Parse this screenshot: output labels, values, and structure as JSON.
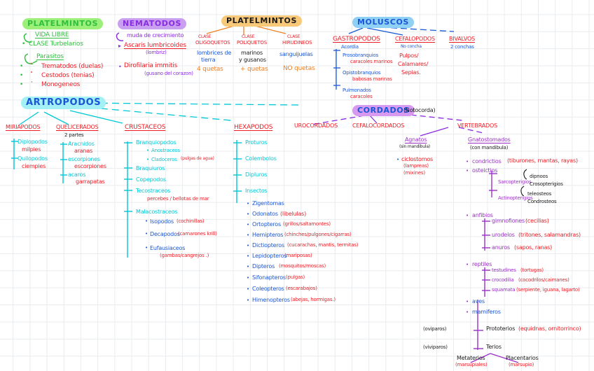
{
  "page": {
    "kind": "handwritten-concept-map",
    "subject": "Clasificacion de invertebrados y cordados",
    "paper": "cuadricula"
  },
  "colors": {
    "green": "#2fbf3f",
    "red": "#ec1c24",
    "purple": "#8a2be2",
    "blue": "#1a57d6",
    "cyan": "#00c8d7",
    "orange": "#f08021",
    "black": "#1b1b1b",
    "violet": "#9b30c8",
    "grid": "#e9ecef",
    "paper": "#ffffff"
  },
  "blocks": {
    "platelmintos": {
      "title": "PLATELMINTOS",
      "g1_label": "VIDA LIBRE",
      "g1_item": "CLASE  Turbelarios",
      "g2_label": "Parasitos",
      "g2_items": [
        "Trematodos (duelas)",
        "Cestodos (tenias)",
        "Monogeneos"
      ]
    },
    "nematodos": {
      "title": "NEMATODOS",
      "note": "muda de crecimiento",
      "items": [
        {
          "name": "Ascaris lumbricoides",
          "paren": "(lombriz)"
        },
        {
          "name": "Dirofilaria immitis",
          "paren": "(gusano del corazon)"
        }
      ]
    },
    "anelidos": {
      "title": "PLATELMINTOS",
      "columns": [
        {
          "clase": "CLASE",
          "name": "OLIGOQUETOS",
          "example": "lombrices de",
          "example2": "tierra",
          "setas": "4 quetas"
        },
        {
          "clase": "CLASE",
          "name": "POLIQUETOS",
          "example": "marinos",
          "example2": "y gusanos",
          "setas": "+ quetas"
        },
        {
          "clase": "CLASE",
          "name": "HIRUDINEOS",
          "example": "sanguijuelas",
          "example2": "",
          "setas": "NO quetas"
        }
      ]
    },
    "moluscos": {
      "title": "MOLUSCOS",
      "groups": [
        {
          "name": "GASTROPODOS",
          "sub": "Acordia",
          "items": [
            {
              "name": "Prosobranquios",
              "ex": "caracoles marinos"
            },
            {
              "name": "Opistobranquios",
              "ex": "babosas marinas"
            },
            {
              "name": "Pulmonados",
              "ex": "caracoles"
            }
          ]
        },
        {
          "name": "CEFALOPODOS",
          "sub": "No concha",
          "items": [
            {
              "name": "Pulpos/",
              "ex": ""
            },
            {
              "name": "Calamares/",
              "ex": ""
            },
            {
              "name": "Sepias.",
              "ex": ""
            }
          ]
        },
        {
          "name": "BIVALVOS",
          "sub": "2 conchas",
          "items": []
        }
      ]
    },
    "artropodos": {
      "title": "ARTROPODOS",
      "miriapodos": {
        "name": "MIRIAPODOS",
        "items": [
          {
            "name": "Diplopodos",
            "ex": "milpies"
          },
          {
            "name": "Quilopodos",
            "ex": "ciempies"
          }
        ]
      },
      "quelicerados": {
        "name": "QUELICERADOS",
        "sub": "2 partes",
        "items": [
          {
            "name": "Aracnidos",
            "ex": "aranas"
          },
          {
            "name": "escorpiones",
            "ex": "escorpiones"
          },
          {
            "name": "acaros",
            "ex": "garrapatas"
          }
        ]
      },
      "crustaceos": {
        "name": "CRUSTACEOS",
        "items": [
          {
            "name": "Branquiopodos",
            "ex": "",
            "subs": [
              {
                "name": "Anostraceos",
                "ex": ""
              },
              {
                "name": "Cladoceros",
                "ex": "(pulgas de agua)"
              }
            ]
          },
          {
            "name": "Braquiuros",
            "ex": "",
            "subs": []
          },
          {
            "name": "Copepodos",
            "ex": "",
            "subs": []
          },
          {
            "name": "Tecostraceos",
            "ex": "percebes / bellotas de mar",
            "subs": []
          },
          {
            "name": "Malacostraceos",
            "ex": "",
            "subs": [
              {
                "name": "Isopodos",
                "ex": "(cochinillas)"
              },
              {
                "name": "Decapodos",
                "ex": "(camarones krill)"
              },
              {
                "name": "Eufausiaceos",
                "ex": "(gambas/cangrejos .)"
              }
            ]
          }
        ]
      },
      "hexapodos": {
        "name": "HEXAPODOS",
        "items": [
          {
            "name": "Proturos"
          },
          {
            "name": "Colembolos"
          },
          {
            "name": "Dipluros"
          },
          {
            "name": "Insectos"
          }
        ],
        "insectos": [
          {
            "name": "Zigentomas",
            "ex": ""
          },
          {
            "name": "Odonatos",
            "ex": "(libelulas)"
          },
          {
            "name": "Ortopteros",
            "ex": "(grillos/saltamontes)"
          },
          {
            "name": "Hemipteros",
            "ex": "(chinches/pulgones/cigarras)"
          },
          {
            "name": "Dictiopteros",
            "ex": "(cucarachas, mantis, termitas)"
          },
          {
            "name": "Lepidopteros",
            "ex": "(mariposas)"
          },
          {
            "name": "Dipteros",
            "ex": "(mosquitos/moscas)"
          },
          {
            "name": "Sifonapteros",
            "ex": "(pulgas)"
          },
          {
            "name": "Coleopteros",
            "ex": "(escarabajos)"
          },
          {
            "name": "Himenopteros",
            "ex": "(abejas, hormigas.)"
          }
        ]
      }
    },
    "cordados": {
      "title": "CORDADOS",
      "note": "(Notocorda)",
      "branches": [
        "UROCORDADOS",
        "CEFALOCORDADOS",
        "VERTEBRADOS"
      ],
      "agnatos": {
        "name": "Agnatos",
        "sub": "(sin mandibula)",
        "items": [
          {
            "name": "ciclostomos",
            "ex1": "(lampreas)",
            "ex2": "(mixines)"
          }
        ]
      },
      "gnatostomados": {
        "name": "Gnatostomados",
        "sub": "(con mandibula)",
        "condrictios": {
          "name": "condrictios",
          "ex": "(tiburones, mantas, rayas)"
        },
        "osteictios": {
          "name": "osteictios",
          "groups": [
            {
              "name": "Sarcopterigios",
              "subs": [
                "dipnoos",
                "Crosopterigios"
              ]
            },
            {
              "name": "Actinopterigios",
              "subs": [
                "teleosteos",
                "Condrosteos"
              ]
            }
          ]
        },
        "anfibios": {
          "name": "anfibios",
          "items": [
            {
              "name": "gimnofiones",
              "ex": "(cecilias)"
            },
            {
              "name": "urodelos",
              "ex": "(tritones, salamandras)"
            },
            {
              "name": "anuros",
              "ex": "(sapos, ranas)"
            }
          ]
        },
        "reptiles": {
          "name": "reptiles",
          "items": [
            {
              "name": "testudines",
              "ex": "(tortugas)"
            },
            {
              "name": "crocodilia",
              "ex": "(cocodrilos/caimanes)"
            },
            {
              "name": "squamata",
              "ex": "(serpiente, iguana, lagarto)"
            }
          ]
        },
        "aves": {
          "name": "aves"
        },
        "mamiferos": {
          "name": "mamiferos",
          "ovi_label": "(oviparos)",
          "prototerios": "Prototerios",
          "prototerios_ex": "(equidnas, ornitorrinco)",
          "vivi_label": "(viviparos)",
          "terios": "Terios",
          "metaterios": "Metaterios",
          "metaterios_ex": "(marsupiales)",
          "placentarios": "Placentarios",
          "placentarios_ex": "(marsupio)"
        }
      }
    }
  }
}
